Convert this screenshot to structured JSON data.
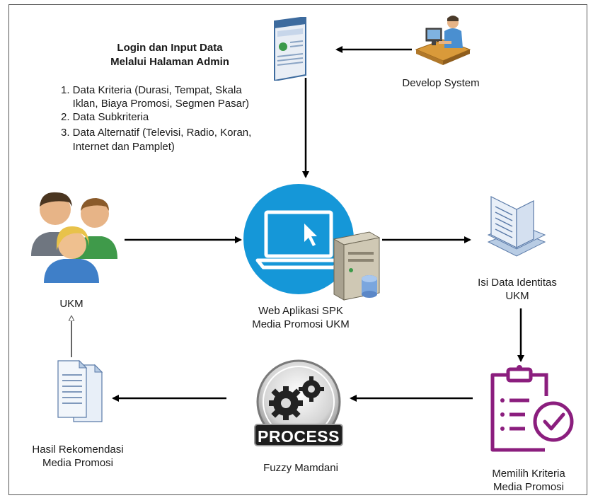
{
  "admin": {
    "title_line1": "Login dan Input Data",
    "title_line2": "Melalui Halaman Admin",
    "items": [
      "1. Data Kriteria (Durasi, Tempat, Skala",
      "    Iklan, Biaya Promosi, Segmen Pasar)",
      "2. Data Subkriteria",
      "3. Data Alternatif (Televisi, Radio, Koran,",
      "    Internet dan Pamplet)"
    ]
  },
  "nodes": {
    "developer": "Develop System",
    "ukm": "UKM",
    "webapp_line1": "Web Aplikasi SPK",
    "webapp_line2": "Media Promosi UKM",
    "identity_line1": "Isi Data Identitas",
    "identity_line2": "UKM",
    "criteria_line1": "Memilih Kriteria",
    "criteria_line2": "Media Promosi",
    "process_badge": "PROCESS",
    "process_label": "Fuzzy Mamdani",
    "result_line1": "Hasil Rekomendasi",
    "result_line2": "Media Promosi"
  },
  "colors": {
    "webapp_circle": "#1597d8",
    "criteria_icon": "#8b1e7e",
    "arrow": "#000000"
  }
}
